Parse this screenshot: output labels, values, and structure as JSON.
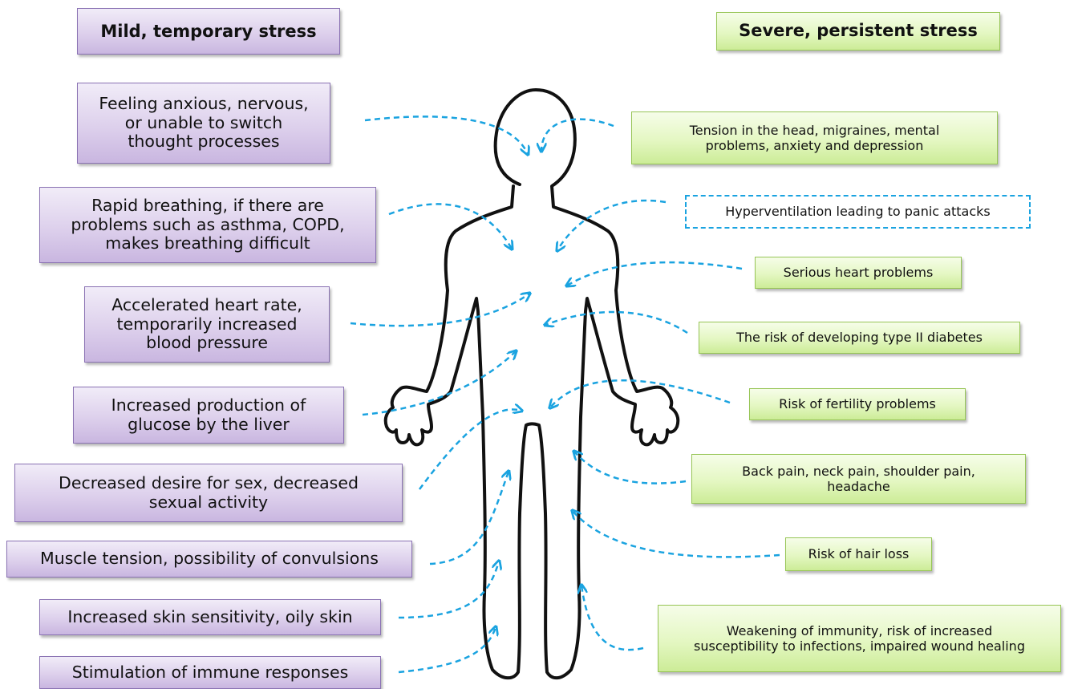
{
  "left_header": "Mild, temporary stress",
  "right_header": "Severe, persistent stress",
  "left_items": [
    "Feeling anxious, nervous, or unable to switch thought processes",
    "Rapid breathing, if there are problems such as asthma, COPD, makes breathing difficult",
    "Accelerated heart rate, temporarily increased blood pressure",
    "Increased production of glucose  by the liver",
    "Decreased desire for sex, decreased sexual activity",
    "Muscle tension, possibility of convulsions",
    "Increased skin sensitivity, oily skin",
    "Stimulation of immune responses"
  ],
  "right_items": [
    "Tension in the head, migraines, mental problems, anxiety and depression",
    "Hyperventilation leading to panic attacks",
    "Serious heart problems",
    "The risk of developing type II diabetes",
    "Risk of fertility problems",
    "Back pain, neck pain, shoulder pain, headache",
    "Risk of hair loss",
    "Weakening of immunity, risk of increased susceptibility to infections, impaired wound healing"
  ],
  "colors": {
    "left_fill": "#ddd0ec",
    "left_border": "#8a72b3",
    "right_fill": "#e4f7c2",
    "right_border": "#97c556",
    "arrow": "#1aa3e0",
    "body_outline": "#111111"
  }
}
